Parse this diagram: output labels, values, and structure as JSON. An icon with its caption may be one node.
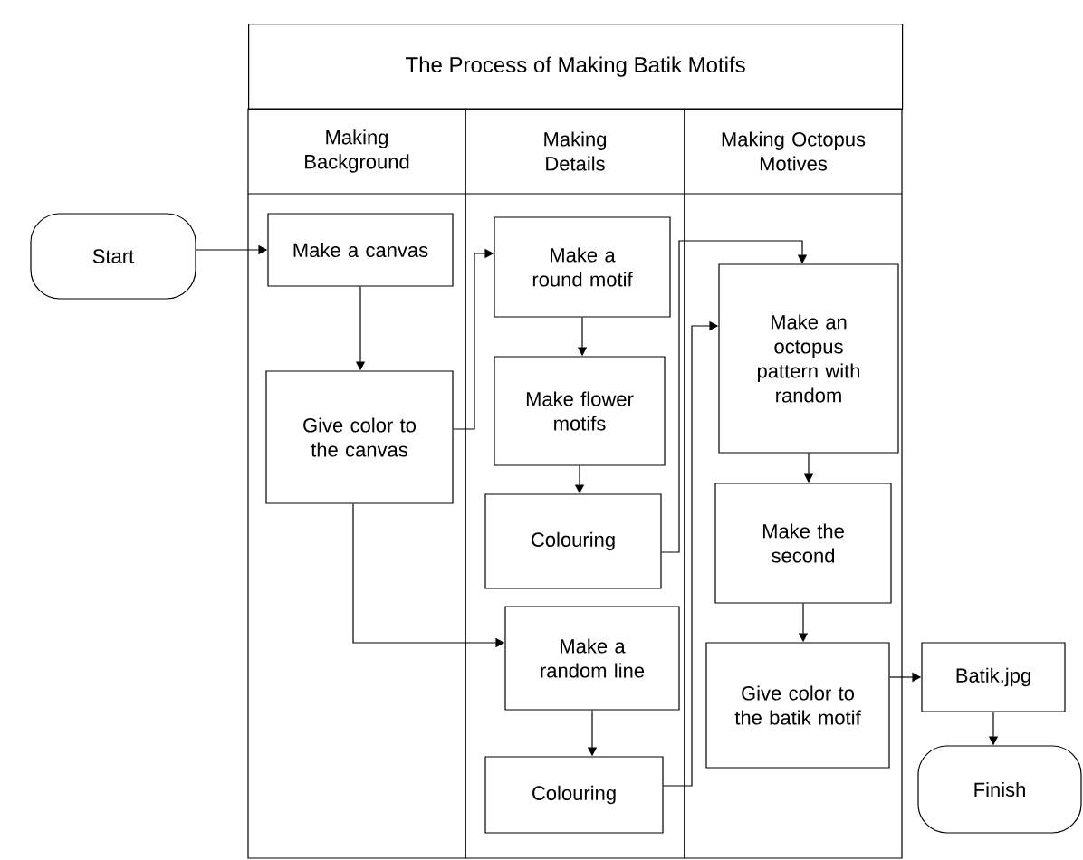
{
  "diagram": {
    "title": "The Process of Making Batik Motifs",
    "nodes": [
      {
        "text": [
          "Start"
        ]
      },
      {
        "text": [
          "Making Background"
        ]
      },
      {
        "text": [
          "Make a canvas"
        ],
        "in": 1
      },
      {
        "text": [
          "Give color to the canvas"
        ],
        "in": 1
      },
      {
        "text": [
          "Making Details"
        ]
      },
      {
        "text": [
          "Make a round motif"
        ],
        "in": 4
      },
      {
        "text": [
          "Make flower motifs"
        ],
        "in": 4
      },
      {
        "text": [
          "Colouring"
        ],
        "in": 4
      },
      {
        "text": [
          "Make a random line"
        ],
        "in": 4
      },
      {
        "text": [
          "Colouring"
        ],
        "in": 4
      },
      {
        "text": [
          "Making Octopus Motives"
        ]
      },
      {
        "text": [
          "Make an octopus pattern with random"
        ],
        "in": 10
      },
      {
        "text": [
          "Make the second"
        ],
        "in": 10
      },
      {
        "text": [
          "Give color to the batik motif"
        ],
        "in": 10
      },
      {
        "text": [
          "Batik.jpg"
        ]
      },
      {
        "text": [
          "Finish"
        ]
      }
    ],
    "edges": [
      {
        "from": 0,
        "to": 2,
        "arrow": "to"
      },
      {
        "from": 2,
        "to": 3,
        "arrow": "to"
      },
      {
        "from": 3,
        "to": 5,
        "arrow": "to"
      },
      {
        "from": 3,
        "to": 8,
        "arrow": "to"
      },
      {
        "from": 5,
        "to": 6,
        "arrow": "to"
      },
      {
        "from": 6,
        "to": 7,
        "arrow": "to"
      },
      {
        "from": 7,
        "to": 11,
        "arrow": "to"
      },
      {
        "from": 8,
        "to": 9,
        "arrow": "to"
      },
      {
        "from": 9,
        "to": 11,
        "arrow": "to"
      },
      {
        "from": 11,
        "to": 12,
        "arrow": "to"
      },
      {
        "from": 12,
        "to": 13,
        "arrow": "to"
      },
      {
        "from": 13,
        "to": 14,
        "arrow": "to"
      },
      {
        "from": 14,
        "to": 15,
        "arrow": "to"
      }
    ]
  }
}
